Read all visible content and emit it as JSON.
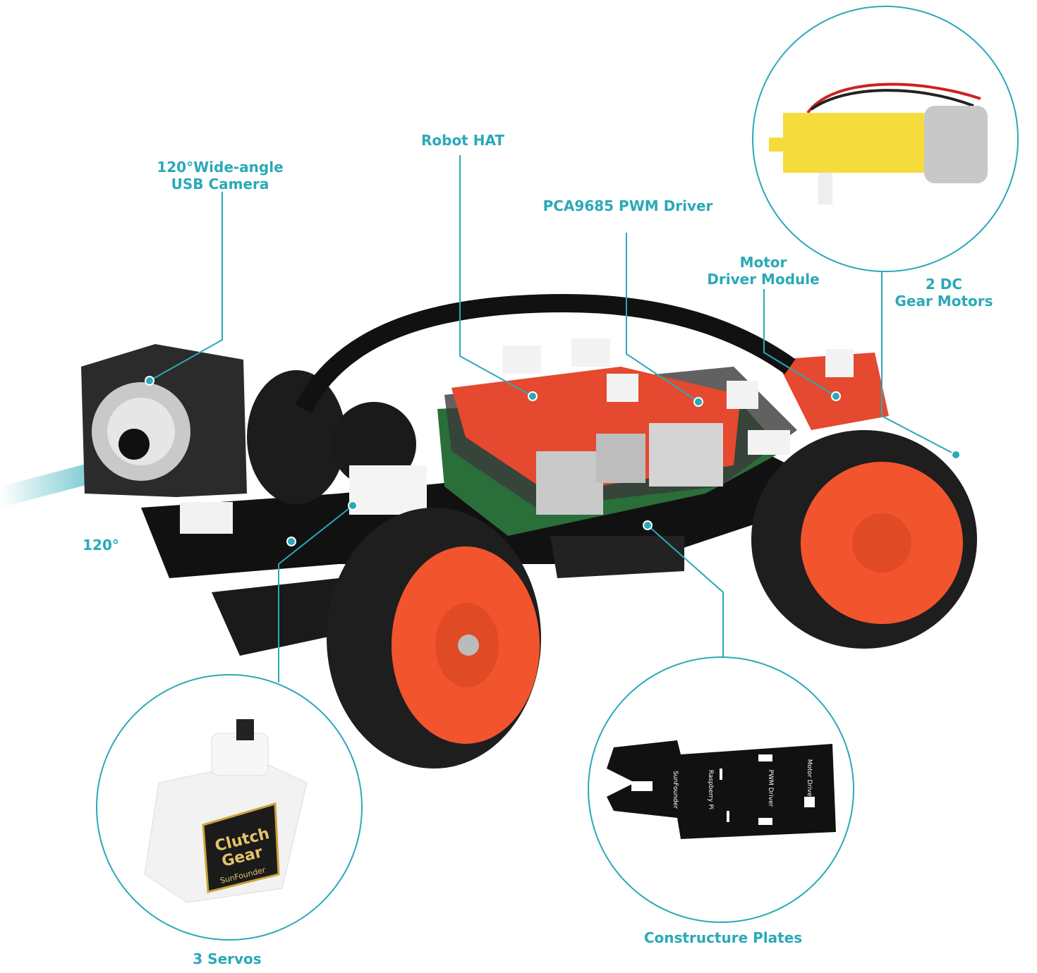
{
  "labels": {
    "camera": [
      "120°Wide-angle",
      "USB Camera"
    ],
    "robot_hat": "Robot HAT",
    "pwm_driver": "PCA9685 PWM Driver",
    "motor_driver": [
      "Motor",
      "Driver Module"
    ],
    "gear_motors": [
      "2 DC",
      "Gear Motors"
    ],
    "angle": "120°",
    "servos": "3 Servos",
    "plates": "Constructure Plates"
  },
  "servo_branding": [
    "Clutch",
    "Gear",
    "SunFounder"
  ],
  "plate_markings": [
    "SunFounder",
    "Raspberry Pi",
    "PWM Driver",
    "Motor Driver"
  ],
  "colors": {
    "accent": "#2aa9b8",
    "wheel_hub": "#f2542d",
    "board": "#e5492f",
    "motor_yellow": "#f5dc3c"
  }
}
